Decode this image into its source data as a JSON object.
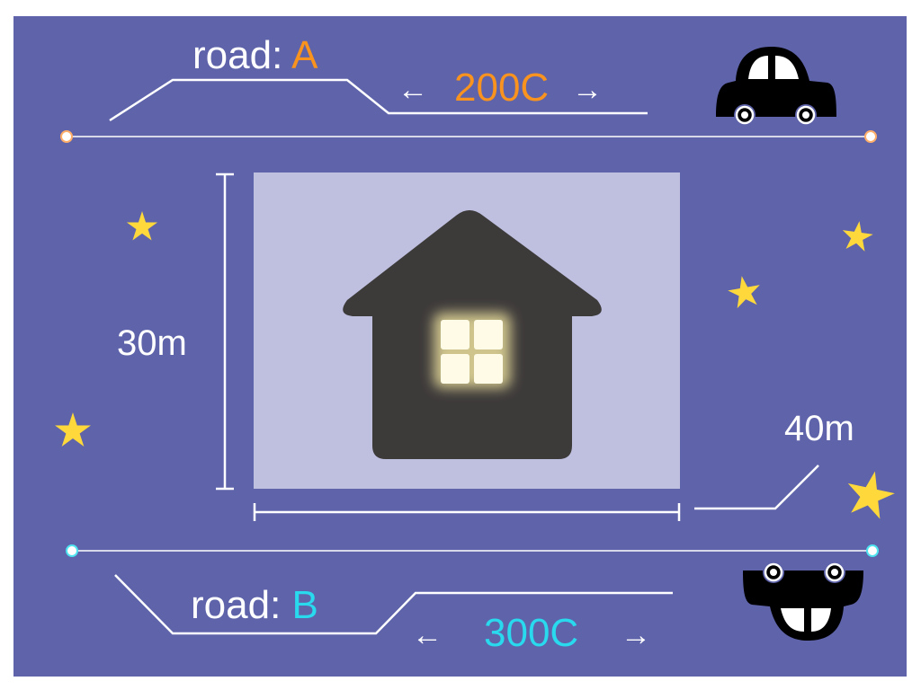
{
  "colors": {
    "background": "#5e63aa",
    "plot": "#bfc0e0",
    "house": "#3d3a3a",
    "window_glow": "#fff6c8",
    "road_a": "#ffae6a",
    "road_a_text": "#f7931e",
    "road_b": "#4fe3f0",
    "road_b_text": "#29d9ee",
    "star": "#ffd93b",
    "line": "#ffffff",
    "car": "#000000"
  },
  "road_a": {
    "prefix": "road: ",
    "name": "A",
    "value": "200C"
  },
  "road_b": {
    "prefix": "road: ",
    "name": "B",
    "value": "300C"
  },
  "arrows": {
    "left": "←",
    "right": "→"
  },
  "plot": {
    "height_label": "30m",
    "width_label": "40m"
  },
  "icons": [
    "car-icon",
    "upside-down-car-icon",
    "house-icon",
    "star-icon"
  ]
}
